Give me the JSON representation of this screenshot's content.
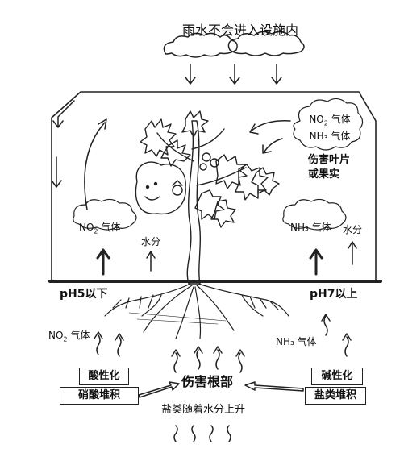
{
  "title": "雨水不会进入设施内",
  "top_right_cloud": {
    "line1_pre": "NO",
    "line1_sub": "2",
    "line1_post": " 气体",
    "line2": "NH₃ 气体"
  },
  "damage_leaf": {
    "line1": "伤害叶片",
    "line2": "或果实"
  },
  "left_cloud": {
    "pre": "NO",
    "sub": "2",
    "post": " 气体"
  },
  "right_cloud": {
    "text": "NH₃ 气体"
  },
  "left_water": "水分",
  "right_water": "水分",
  "ph_left": "pH5以下",
  "ph_right": "pH7以上",
  "left_gas_below": {
    "pre": "NO",
    "sub": "2",
    "post": " 气体"
  },
  "right_gas_below": "NH₃ 气体",
  "left_boxes": {
    "top": "酸性化",
    "bottom": "硝酸堆积"
  },
  "right_boxes": {
    "top": "碱性化",
    "bottom": "盐类堆积"
  },
  "damage_root": "伤害根部",
  "salt_rise": "盐类随着水分上升"
}
